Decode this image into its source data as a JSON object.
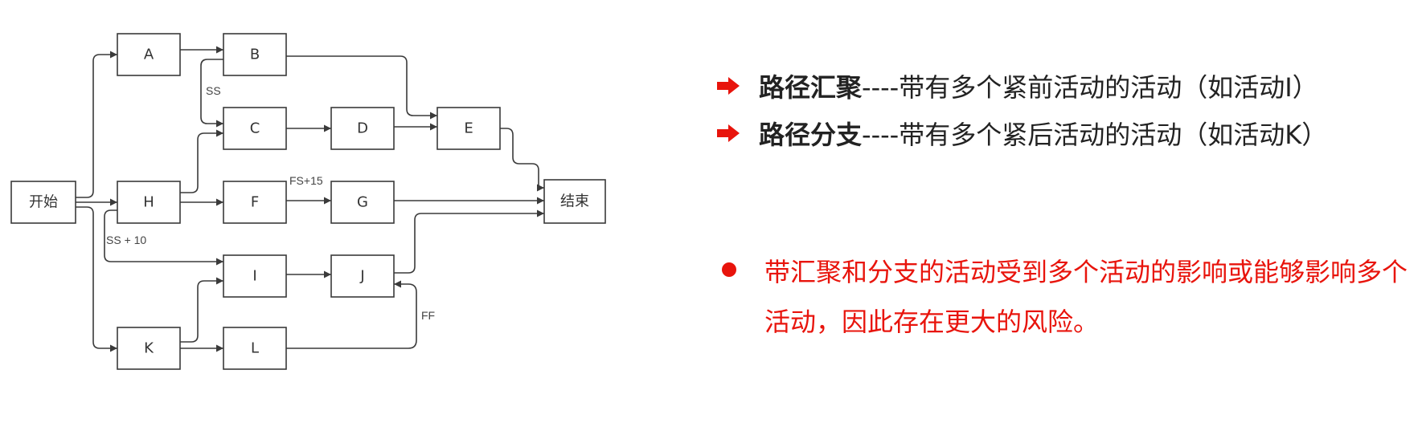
{
  "diagram": {
    "nodes": [
      {
        "id": "start",
        "label": "开始"
      },
      {
        "id": "A",
        "label": "A"
      },
      {
        "id": "B",
        "label": "B"
      },
      {
        "id": "C",
        "label": "C"
      },
      {
        "id": "D",
        "label": "D"
      },
      {
        "id": "E",
        "label": "E"
      },
      {
        "id": "H",
        "label": "H"
      },
      {
        "id": "F",
        "label": "F"
      },
      {
        "id": "G",
        "label": "G"
      },
      {
        "id": "I",
        "label": "I"
      },
      {
        "id": "J",
        "label": "J"
      },
      {
        "id": "K",
        "label": "K"
      },
      {
        "id": "L",
        "label": "L"
      },
      {
        "id": "end",
        "label": "结束"
      }
    ],
    "edges": [
      {
        "from": "start",
        "to": "A",
        "label": ""
      },
      {
        "from": "start",
        "to": "H",
        "label": ""
      },
      {
        "from": "start",
        "to": "K",
        "label": ""
      },
      {
        "from": "A",
        "to": "B",
        "label": ""
      },
      {
        "from": "B",
        "to": "C",
        "label": "SS"
      },
      {
        "from": "B",
        "to": "E",
        "label": ""
      },
      {
        "from": "C",
        "to": "D",
        "label": ""
      },
      {
        "from": "D",
        "to": "E",
        "label": ""
      },
      {
        "from": "E",
        "to": "end",
        "label": ""
      },
      {
        "from": "H",
        "to": "C",
        "label": ""
      },
      {
        "from": "H",
        "to": "F",
        "label": ""
      },
      {
        "from": "H",
        "to": "I",
        "label": "SS + 10"
      },
      {
        "from": "F",
        "to": "G",
        "label": "FS+15"
      },
      {
        "from": "G",
        "to": "end",
        "label": ""
      },
      {
        "from": "I",
        "to": "J",
        "label": ""
      },
      {
        "from": "J",
        "to": "end",
        "label": ""
      },
      {
        "from": "K",
        "to": "I",
        "label": ""
      },
      {
        "from": "K",
        "to": "L",
        "label": ""
      },
      {
        "from": "L",
        "to": "J",
        "label": "FF"
      }
    ]
  },
  "notes": {
    "bullets": [
      {
        "term": "路径汇聚",
        "text": "----带有多个紧前活动的活动（如活动I）"
      },
      {
        "term": "路径分支",
        "text": "----带有多个紧后活动的活动（如活动K）"
      }
    ],
    "risk": "带汇聚和分支的活动受到多个活动的影响或能够影响多个活动，因此存在更大的风险。"
  },
  "colors": {
    "bullet_arrow": "#e8140c",
    "risk_text": "#e8140c",
    "line": "#3a3a3a"
  },
  "icons": {
    "bullet": "right-arrow-icon",
    "risk": "dot-icon"
  }
}
